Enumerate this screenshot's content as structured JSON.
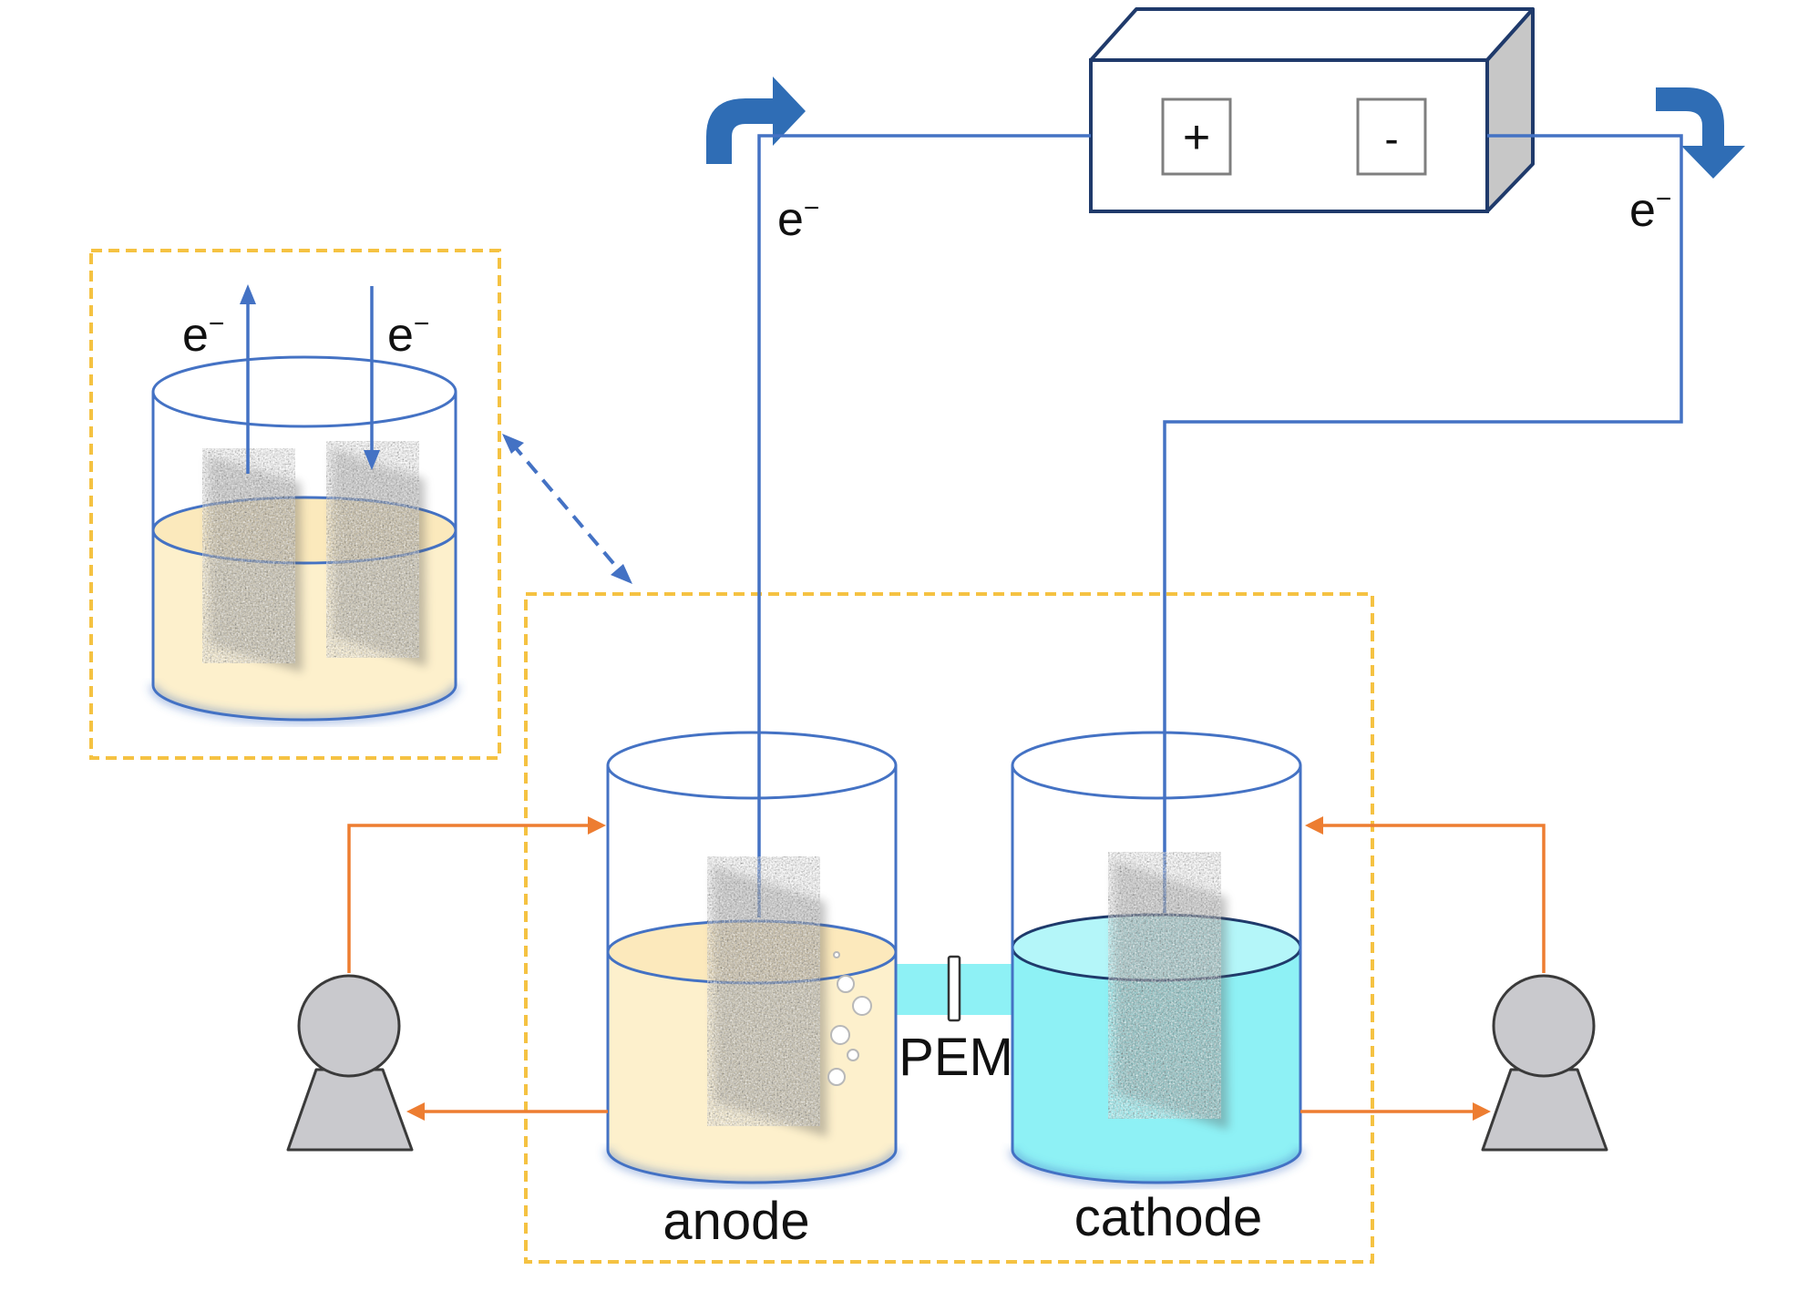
{
  "labels": {
    "electron": "e",
    "electron_charge": "−",
    "terminal_plus": "+",
    "terminal_minus": "-",
    "membrane": "PEM",
    "anode": "anode",
    "cathode": "cathode"
  },
  "colors": {
    "wire": "#4472c4",
    "tube": "#ed7d31",
    "frame": "#f5c242",
    "flow_arrow": "#2f6db5",
    "anolyte": "#fdf0cc",
    "catholyte": "#8ef1f5",
    "pump": "#c9c9cd",
    "box_outline": "#1f3a6b"
  },
  "icons": {
    "pump": "pump-icon",
    "electrode": "carbon-felt-electrode-icon",
    "power_supply": "dc-power-supply-icon"
  }
}
